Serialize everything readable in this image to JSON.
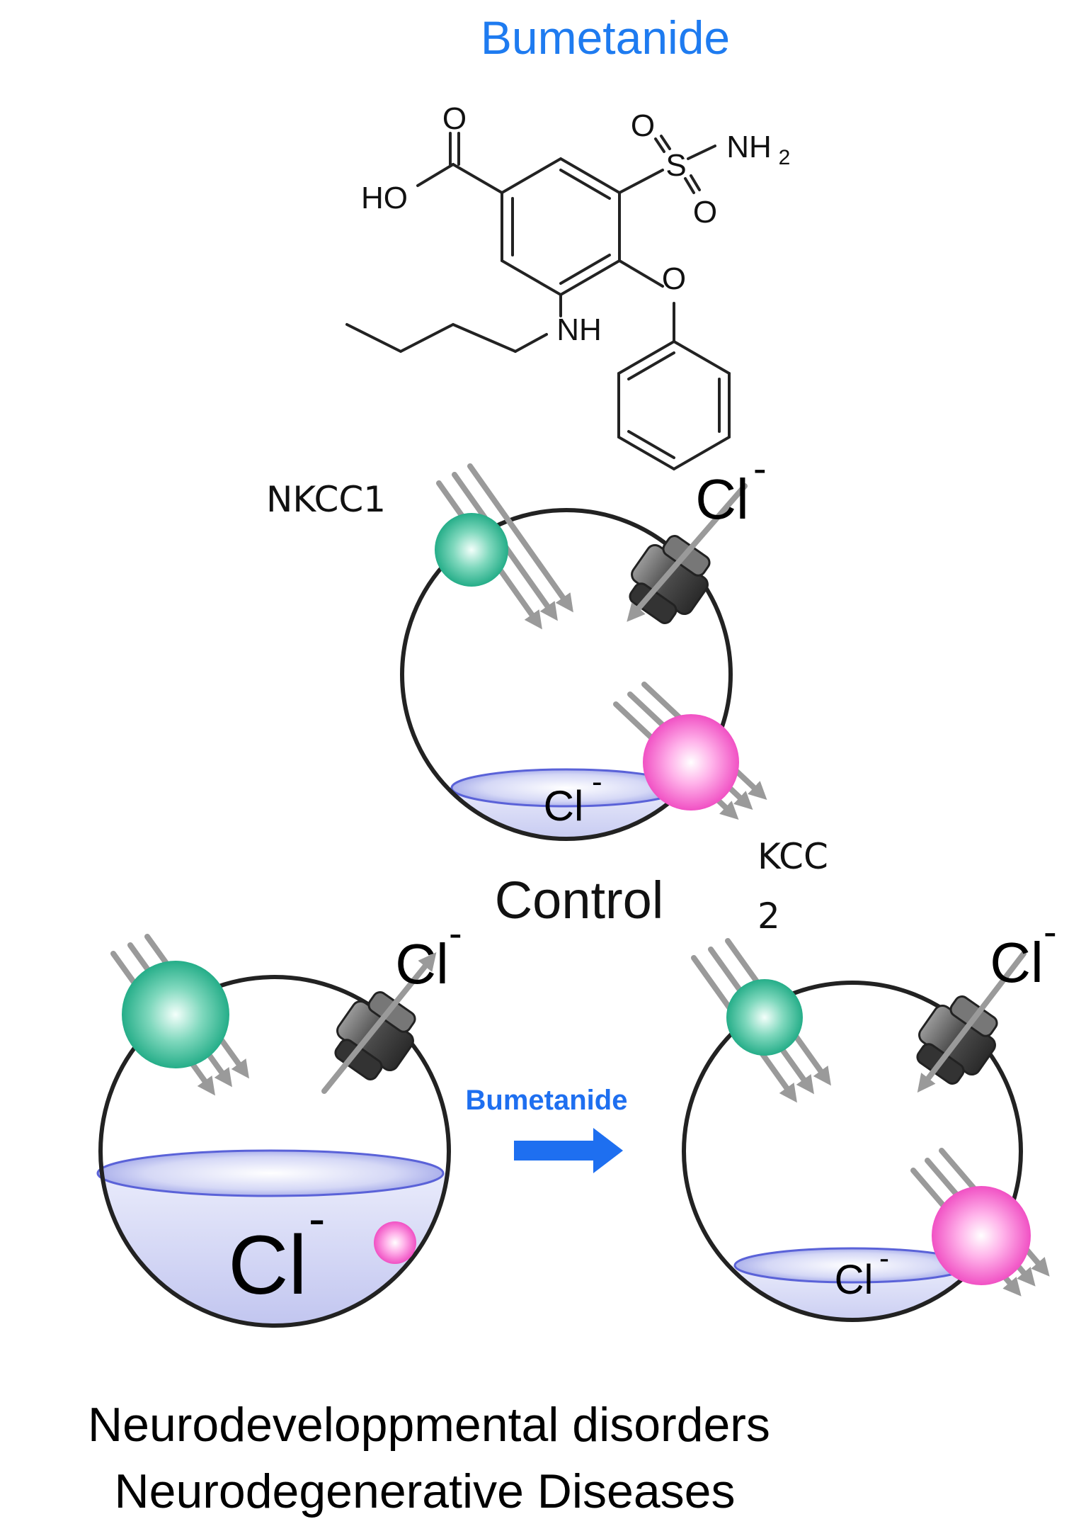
{
  "title": "Bumetanide",
  "molecule": {
    "atoms": {
      "carbonyl_o": "O",
      "hydroxyl": "HO",
      "sulfonyl_s": "S",
      "sulfonyl_o_top": "O",
      "sulfonyl_o_bottom": "O",
      "amine_n": "NH",
      "amine_sub": "2",
      "ether_o": "O",
      "butylamine": "NH"
    }
  },
  "labels": {
    "nkcc1": "NKCC1",
    "kcc2_line1": "KCC",
    "kcc2_line2": "2",
    "control": "Control",
    "chloride": "Cl",
    "charge": "-",
    "treatment": "Bumetanide"
  },
  "footer": {
    "line1": "Neurodeveloppmental disorders",
    "line2": "Neurodegenerative Diseases"
  },
  "colors": {
    "title": "#1e7bf0",
    "arrow": "#1e6ff0",
    "nkcc1_transporter": "#1fb08a",
    "kcc2_transporter": "#f05cc4",
    "chloride_pool": "#c9cdf2",
    "channel": "#555555"
  }
}
